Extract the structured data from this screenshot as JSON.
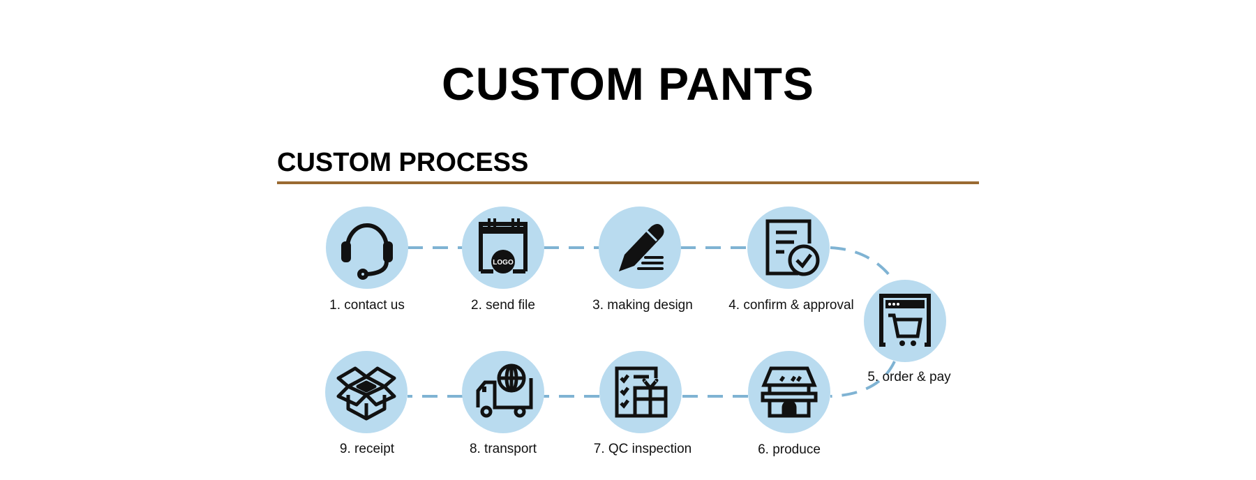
{
  "title": "CUSTOM PANTS",
  "section_title": "CUSTOM PROCESS",
  "colors": {
    "circle": "#b9dbef",
    "connector": "#7fb3d3",
    "rule": "#9a6a32",
    "icon": "#111111"
  },
  "steps": [
    {
      "label": "1. contact us",
      "icon": "headset-icon"
    },
    {
      "label": "2. send file",
      "icon": "logo-file-icon"
    },
    {
      "label": "3. making design",
      "icon": "pencil-icon"
    },
    {
      "label": "4. confirm & approval",
      "icon": "document-check-icon"
    },
    {
      "label": "5. order & pay",
      "icon": "shopping-cart-icon"
    },
    {
      "label": "6. produce",
      "icon": "factory-icon"
    },
    {
      "label": "7. QC inspection",
      "icon": "checklist-gift-icon"
    },
    {
      "label": "8. transport",
      "icon": "delivery-truck-icon"
    },
    {
      "label": "9. receipt",
      "icon": "open-box-icon"
    }
  ],
  "logo_text": "LOGO"
}
